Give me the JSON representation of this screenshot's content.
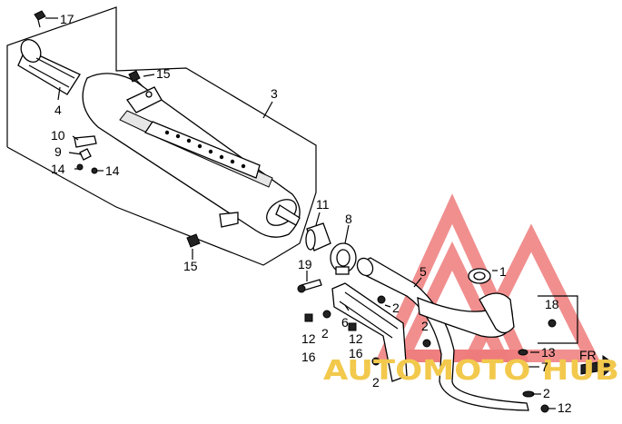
{
  "callouts": {
    "p17": "17",
    "p15a": "15",
    "p3": "3",
    "p4": "4",
    "p10": "10",
    "p9": "9",
    "p14a": "14",
    "p14b": "14",
    "p11": "11",
    "p8": "8",
    "p15b": "15",
    "p19": "19",
    "p5": "5",
    "p1": "1",
    "p2a": "2",
    "p2b": "2",
    "p2c": "2",
    "p2d": "2",
    "p2e": "2",
    "p6": "6",
    "p12a": "12",
    "p12b": "12",
    "p12c": "12",
    "p16a": "16",
    "p16b": "16",
    "p18": "18",
    "p13": "13",
    "p7": "7"
  },
  "front_arrow_label": "FR",
  "watermark": {
    "text": "AUTOMOTO HUB",
    "colors": {
      "triangle": "#ef7b7b",
      "text_main": "#f2c94c",
      "text_accent": "#9aa0a6"
    }
  }
}
